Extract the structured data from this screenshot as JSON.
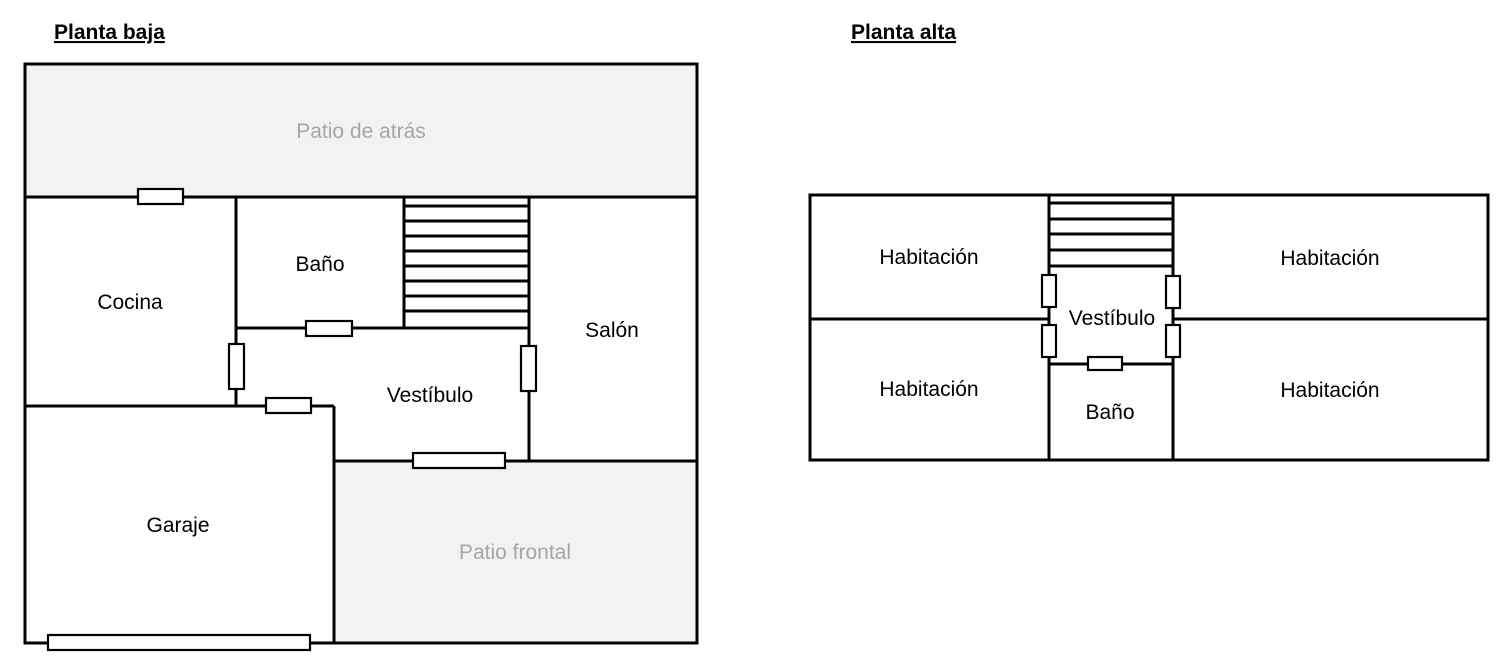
{
  "ground_floor": {
    "title": "Planta baja",
    "rooms": {
      "backyard": "Patio de atrás",
      "kitchen": "Cocina",
      "bathroom": "Baño",
      "living_room": "Salón",
      "hallway": "Vestíbulo",
      "garage": "Garaje",
      "front_yard": "Patio frontal"
    }
  },
  "upper_floor": {
    "title": "Planta alta",
    "rooms": {
      "bedroom_top_left": "Habitación",
      "bedroom_top_right": "Habitación",
      "bedroom_bottom_left": "Habitación",
      "bedroom_bottom_right": "Habitación",
      "hallway": "Vestíbulo",
      "bathroom": "Baño"
    }
  },
  "colors": {
    "yard_fill": "#f2f2f2",
    "yard_text": "#a6a6a6",
    "wall": "#000000"
  }
}
